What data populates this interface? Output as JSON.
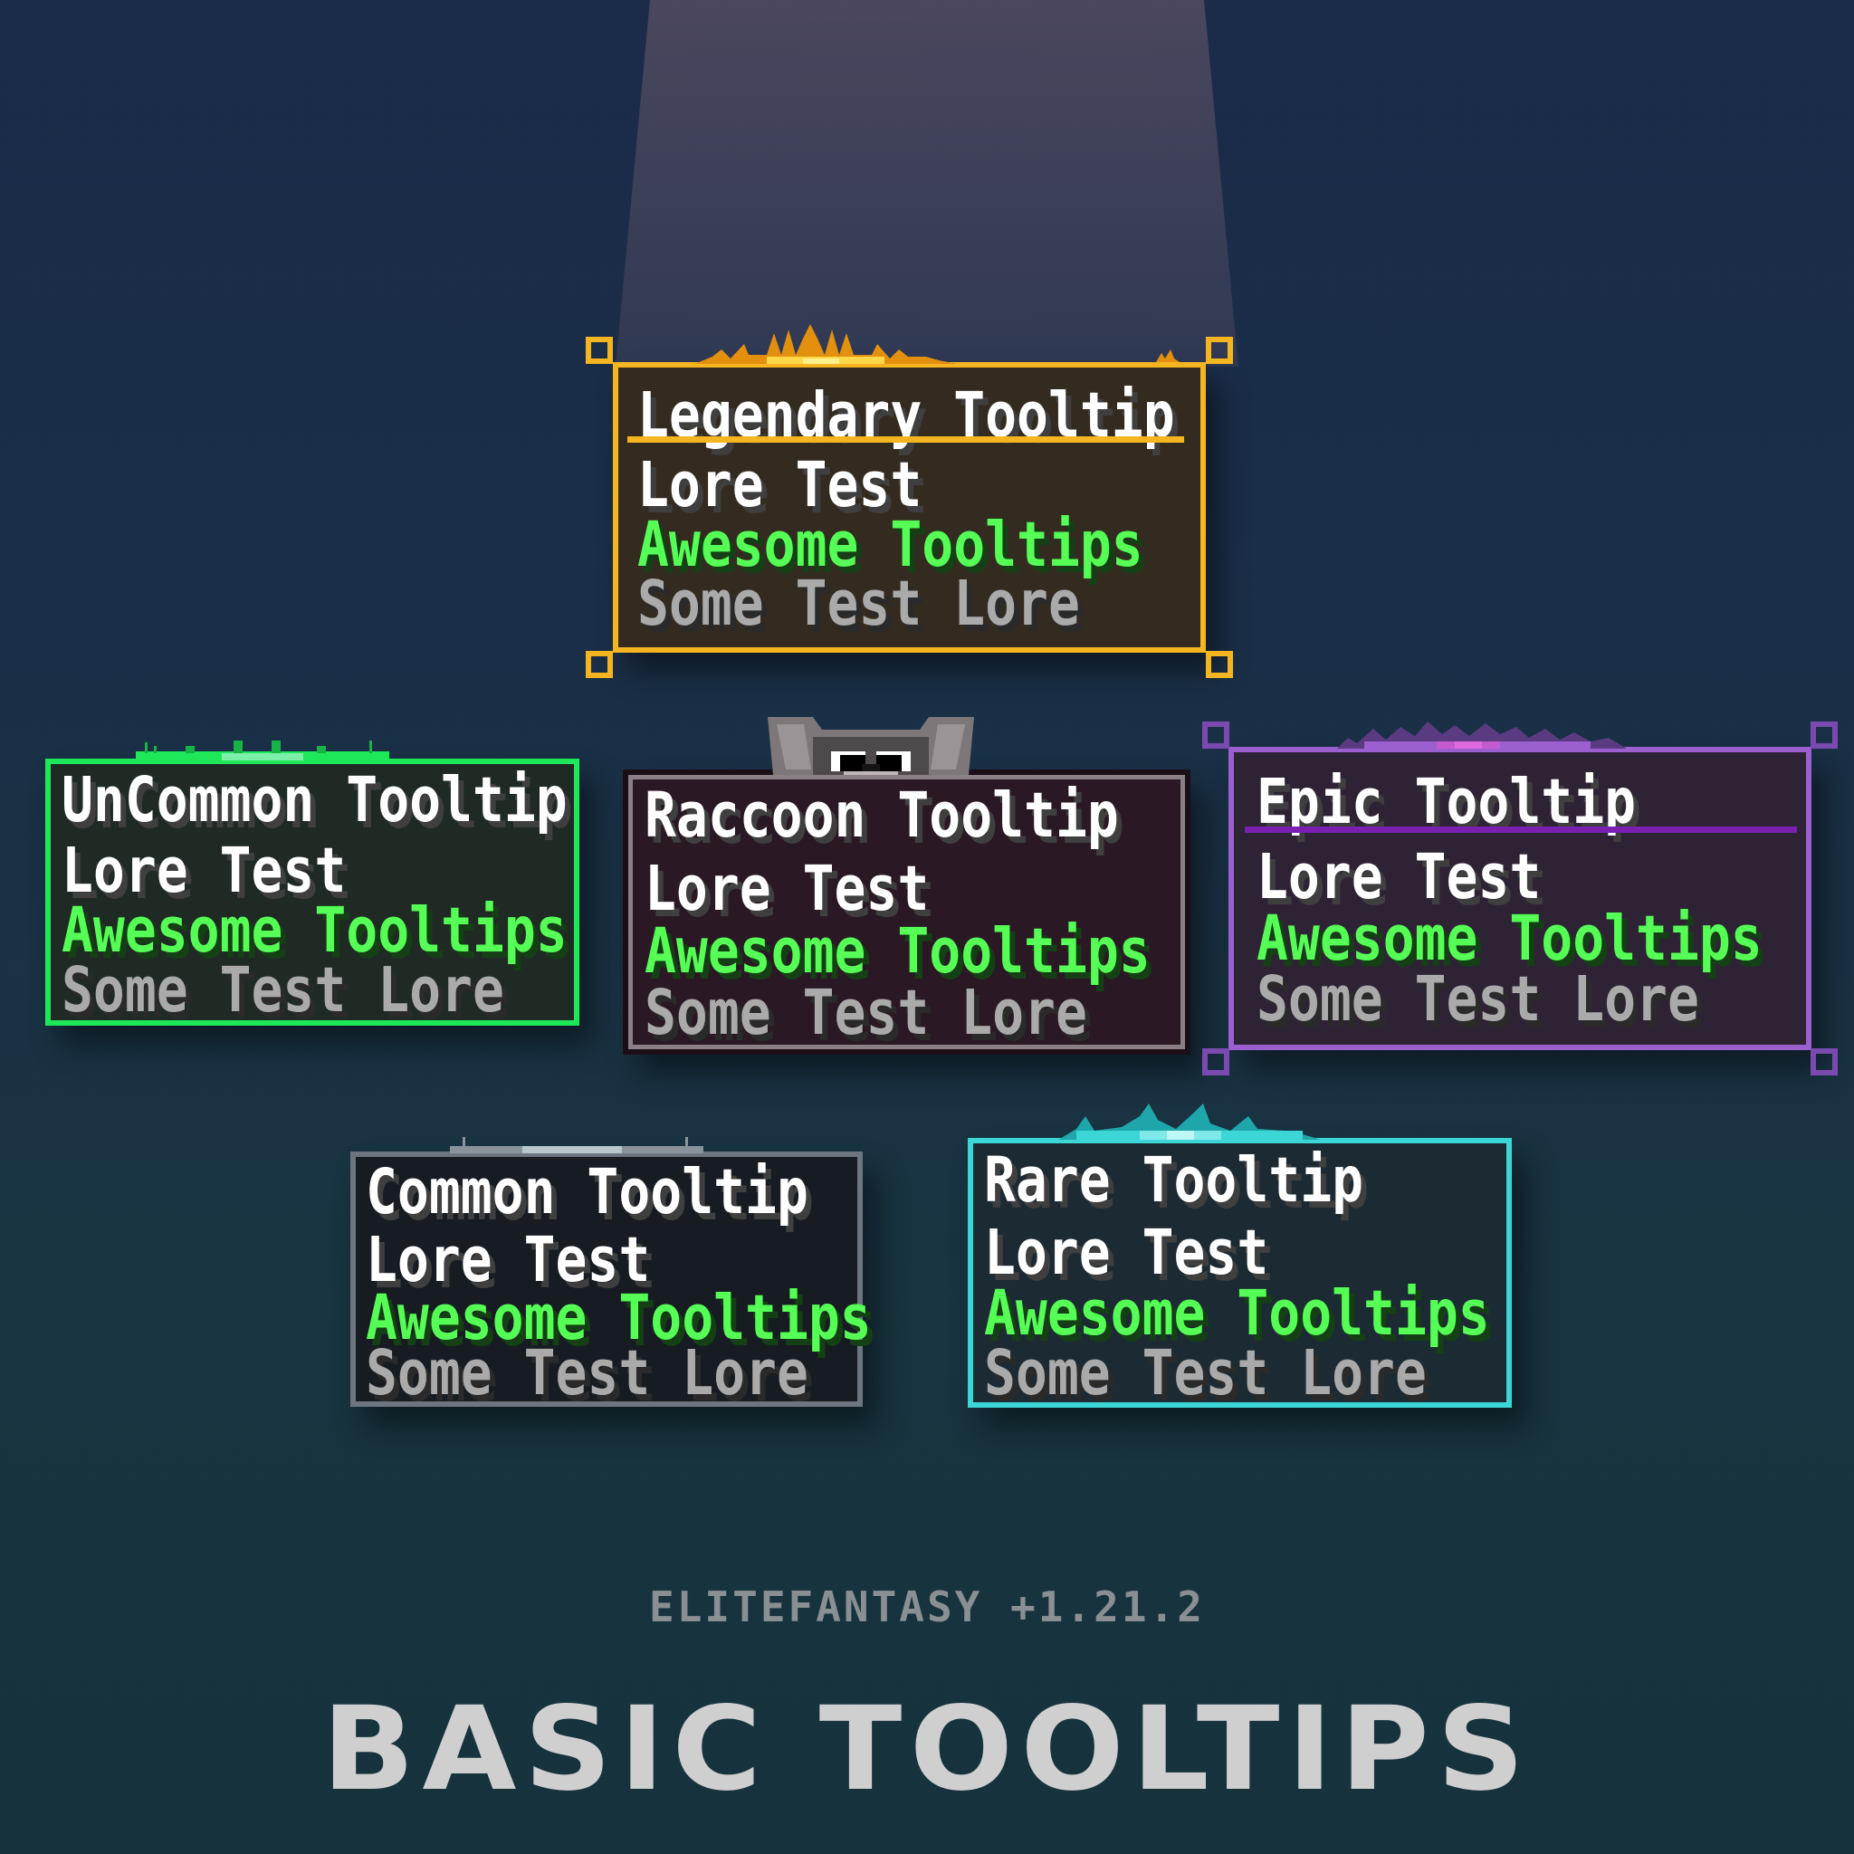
{
  "background": {
    "top_color": "#1b2b4a",
    "bottom_color": "#16323c",
    "beam_color": "#4a4560"
  },
  "text_colors": {
    "title": "#ffffff",
    "lore_white": "#ffffff",
    "lore_green": "#55ff55",
    "lore_gray": "#aaaaaa"
  },
  "tooltips": {
    "legendary": {
      "title": "Legendary Tooltip",
      "lines": [
        "Lore Test",
        "Awesome Tooltips",
        "Some Test Lore"
      ],
      "border_color": "#f5b520",
      "bg_color": "#332b20",
      "underline": true
    },
    "uncommon": {
      "title": "UnCommon Tooltip",
      "lines": [
        "Lore Test",
        "Awesome Tooltips",
        "Some Test Lore"
      ],
      "border_color": "#1ee85a",
      "bg_color": "#1f2a24"
    },
    "raccoon": {
      "title": "Raccoon Tooltip",
      "lines": [
        "Lore Test",
        "Awesome Tooltips",
        "Some Test Lore"
      ],
      "border_color": "#8a7f85",
      "bg_color": "#2a1824",
      "decoration": "raccoon-head"
    },
    "epic": {
      "title": "Epic Tooltip",
      "lines": [
        "Lore Test",
        "Awesome Tooltips",
        "Some Test Lore"
      ],
      "border_color": "#9b5fd0",
      "bg_color": "#2e2335",
      "underline": true,
      "underline_color": "#7a1fb0"
    },
    "common": {
      "title": "Common Tooltip",
      "lines": [
        "Lore Test",
        "Awesome Tooltips",
        "Some Test Lore"
      ],
      "border_color": "#6d7580",
      "bg_color": "#161c22"
    },
    "rare": {
      "title": "Rare Tooltip",
      "lines": [
        "Lore Test",
        "Awesome Tooltips",
        "Some Test Lore"
      ],
      "border_color": "#3cd6d6",
      "bg_color": "#1c2a33"
    }
  },
  "footer": {
    "subtitle": "ELITEFANTASY +1.21.2",
    "title": "BASIC TOOLTIPS"
  }
}
